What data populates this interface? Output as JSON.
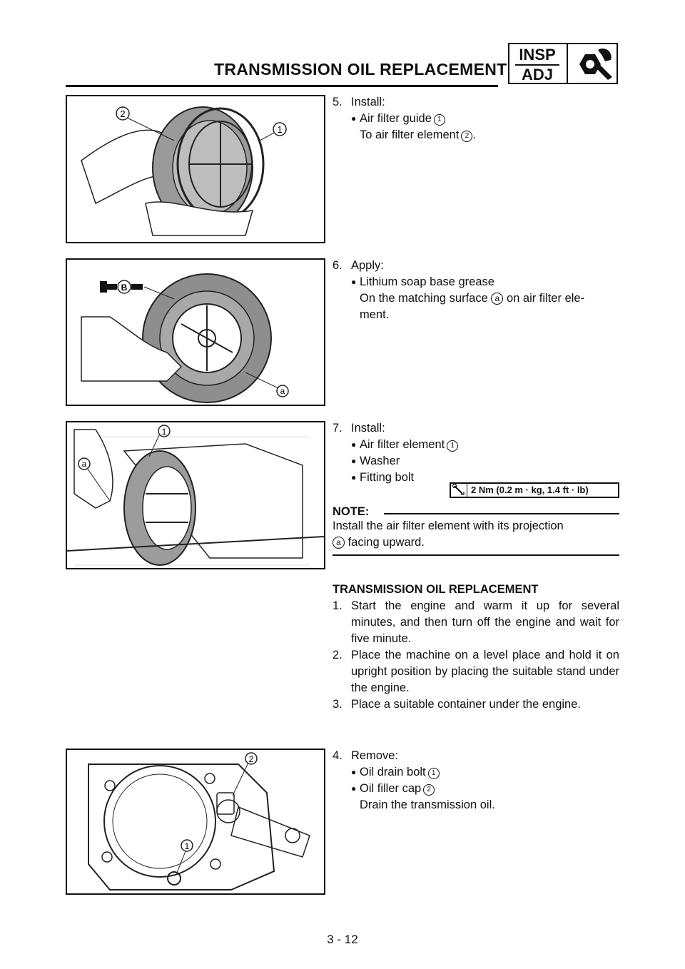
{
  "header": {
    "title": "TRANSMISSION OIL REPLACEMENT",
    "badge_top": "INSP",
    "badge_bottom": "ADJ",
    "badge_icon": "wrench-nut-icon"
  },
  "steps": [
    {
      "num": "5.",
      "title": "Install:",
      "bullets": [
        "Air filter guide"
      ],
      "bullet_refs": [
        "1"
      ],
      "line": "To air filter element",
      "line_ref": "2"
    },
    {
      "num": "6.",
      "title": "Apply:",
      "bullets": [
        "Lithium soap base grease"
      ],
      "line_a": "On the matching surface",
      "line_ref": "a",
      "line_b": "on air filter ele-",
      "line_c": "ment."
    },
    {
      "num": "7.",
      "title": "Install:",
      "bullets": [
        "Air filter element",
        "Washer",
        "Fitting bolt"
      ],
      "bullet_refs": [
        "1",
        "",
        ""
      ]
    }
  ],
  "torque": "2 Nm (0.2 m · kg, 1.4 ft · lb)",
  "note": {
    "label": "NOTE:",
    "text_a": "Install the air filter element with its projection",
    "ref": "a",
    "text_b": "facing upward."
  },
  "section": {
    "title": "TRANSMISSION OIL REPLACEMENT",
    "items": [
      {
        "num": "1.",
        "text": "Start the engine and warm it up for several minutes, and then turn off the engine and wait for five minute."
      },
      {
        "num": "2.",
        "text": "Place the machine on a level place and hold it on upright position by placing the suitable stand under the engine."
      },
      {
        "num": "3.",
        "text": "Place a suitable container under the engine."
      }
    ]
  },
  "step4": {
    "num": "4.",
    "title": "Remove:",
    "bullets": [
      "Oil drain bolt",
      "Oil filler cap"
    ],
    "bullet_refs": [
      "1",
      "2"
    ],
    "line": "Drain the transmission oil."
  },
  "figures": {
    "fig1": {
      "labels": [
        "2",
        "1"
      ]
    },
    "fig2": {
      "labels": [
        "B",
        "a"
      ]
    },
    "fig3": {
      "labels": [
        "1",
        "a"
      ]
    },
    "fig4": {
      "labels": [
        "2",
        "1"
      ]
    }
  },
  "footer": {
    "page": "3 - 12"
  }
}
